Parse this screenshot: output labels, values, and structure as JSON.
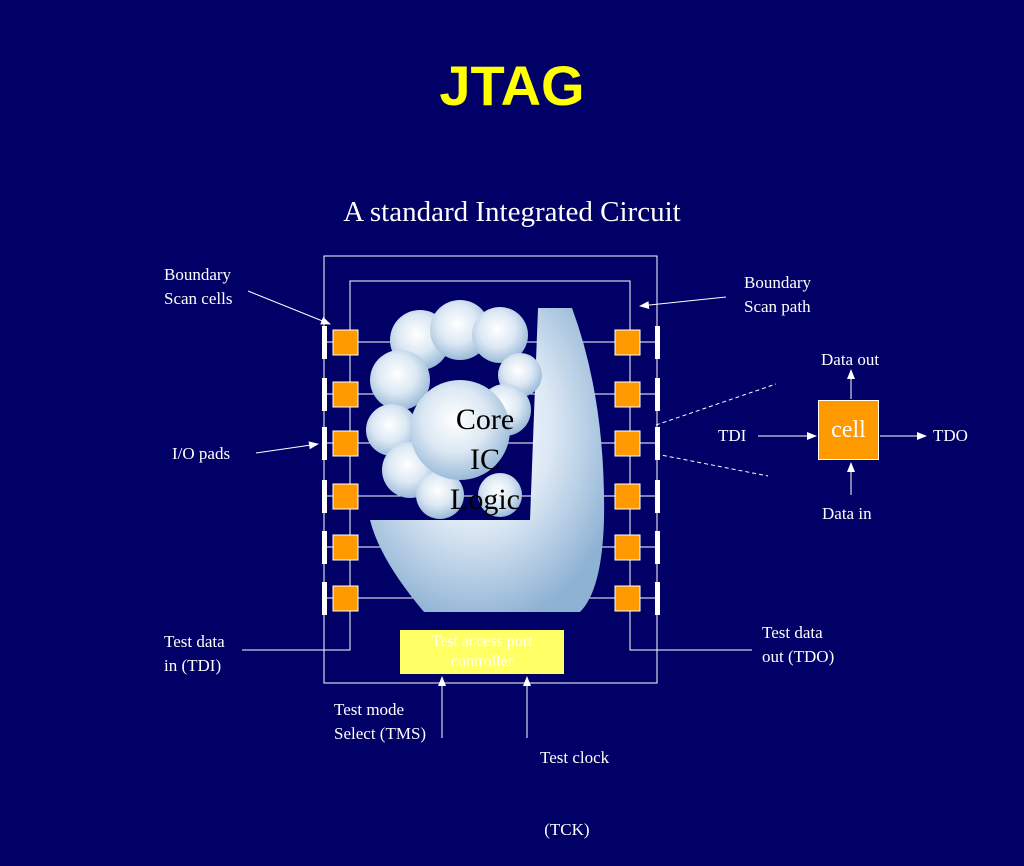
{
  "title": "JTAG",
  "subtitle": "A standard Integrated Circuit",
  "labels": {
    "boundary_scan_cells": [
      "Boundary",
      "Scan cells"
    ],
    "boundary_scan_path": [
      "Boundary",
      "Scan path"
    ],
    "io_pads": "I/O pads",
    "test_data_in": [
      "Test data",
      "in (TDI)"
    ],
    "test_data_out": [
      "Test data",
      "out (TDO)"
    ],
    "test_mode_select": [
      "Test mode",
      "Select (TMS)"
    ],
    "test_clock": [
      "Test clock",
      " (TCK)"
    ]
  },
  "core": [
    "Core",
    "IC",
    "Logic"
  ],
  "tap_controller": [
    "Test access port",
    "controller"
  ],
  "cell_detail": {
    "cell": "cell",
    "data_out": "Data out",
    "data_in": "Data in",
    "tdi": "TDI",
    "tdo": "TDO"
  },
  "colors": {
    "background": "#000066",
    "title": "#ffff00",
    "cell_fill": "#ff9900",
    "tap_fill": "#ffff66",
    "line": "#ffffff"
  }
}
